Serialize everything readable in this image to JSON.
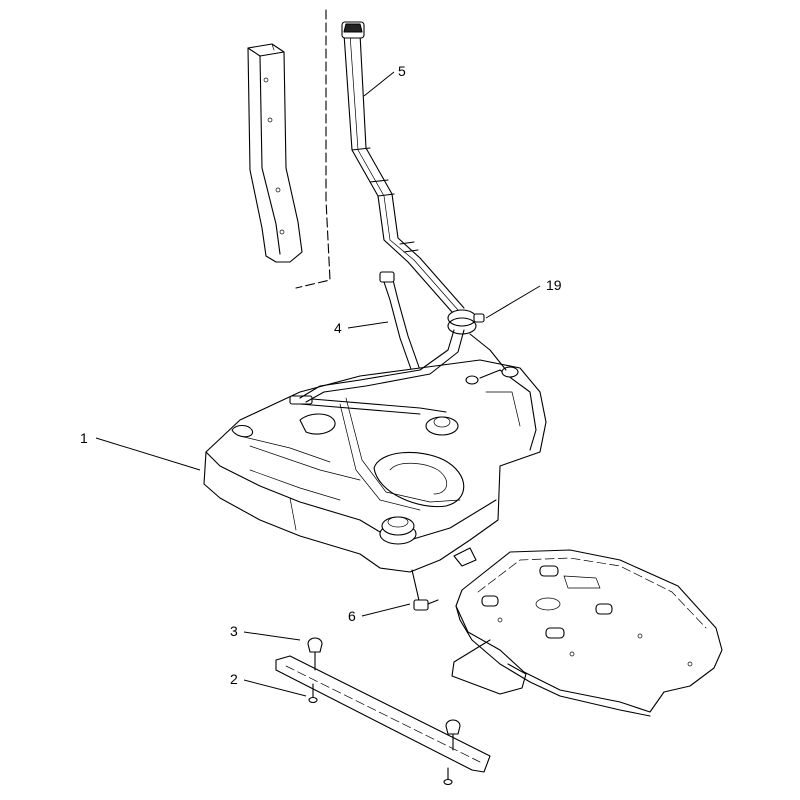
{
  "callouts": {
    "c1": "1",
    "c2": "2",
    "c3": "3",
    "c4": "4",
    "c5": "5",
    "c6": "6",
    "c19": "19"
  },
  "colors": {
    "line": "#000000",
    "background": "#ffffff"
  }
}
